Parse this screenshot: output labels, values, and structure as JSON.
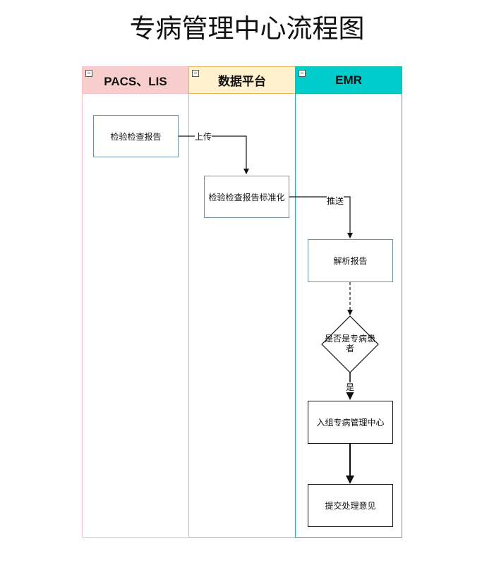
{
  "title": "专病管理中心流程图",
  "lanes": [
    {
      "label": "PACS、LIS",
      "color": "#f8cecc"
    },
    {
      "label": "数据平台",
      "color": "#fff2cc"
    },
    {
      "label": "EMR",
      "color": "#00cccc"
    }
  ],
  "nodes": {
    "report": "检验检查报告",
    "standardize": "检验检查报告标准化",
    "parse": "解析报告",
    "decision": "是否是专病患者",
    "enroll": "入组专病管理中心",
    "submit": "提交处理意见"
  },
  "edges": {
    "upload": "上传",
    "push": "推送",
    "yes": "是"
  },
  "collapse_glyph": "−"
}
